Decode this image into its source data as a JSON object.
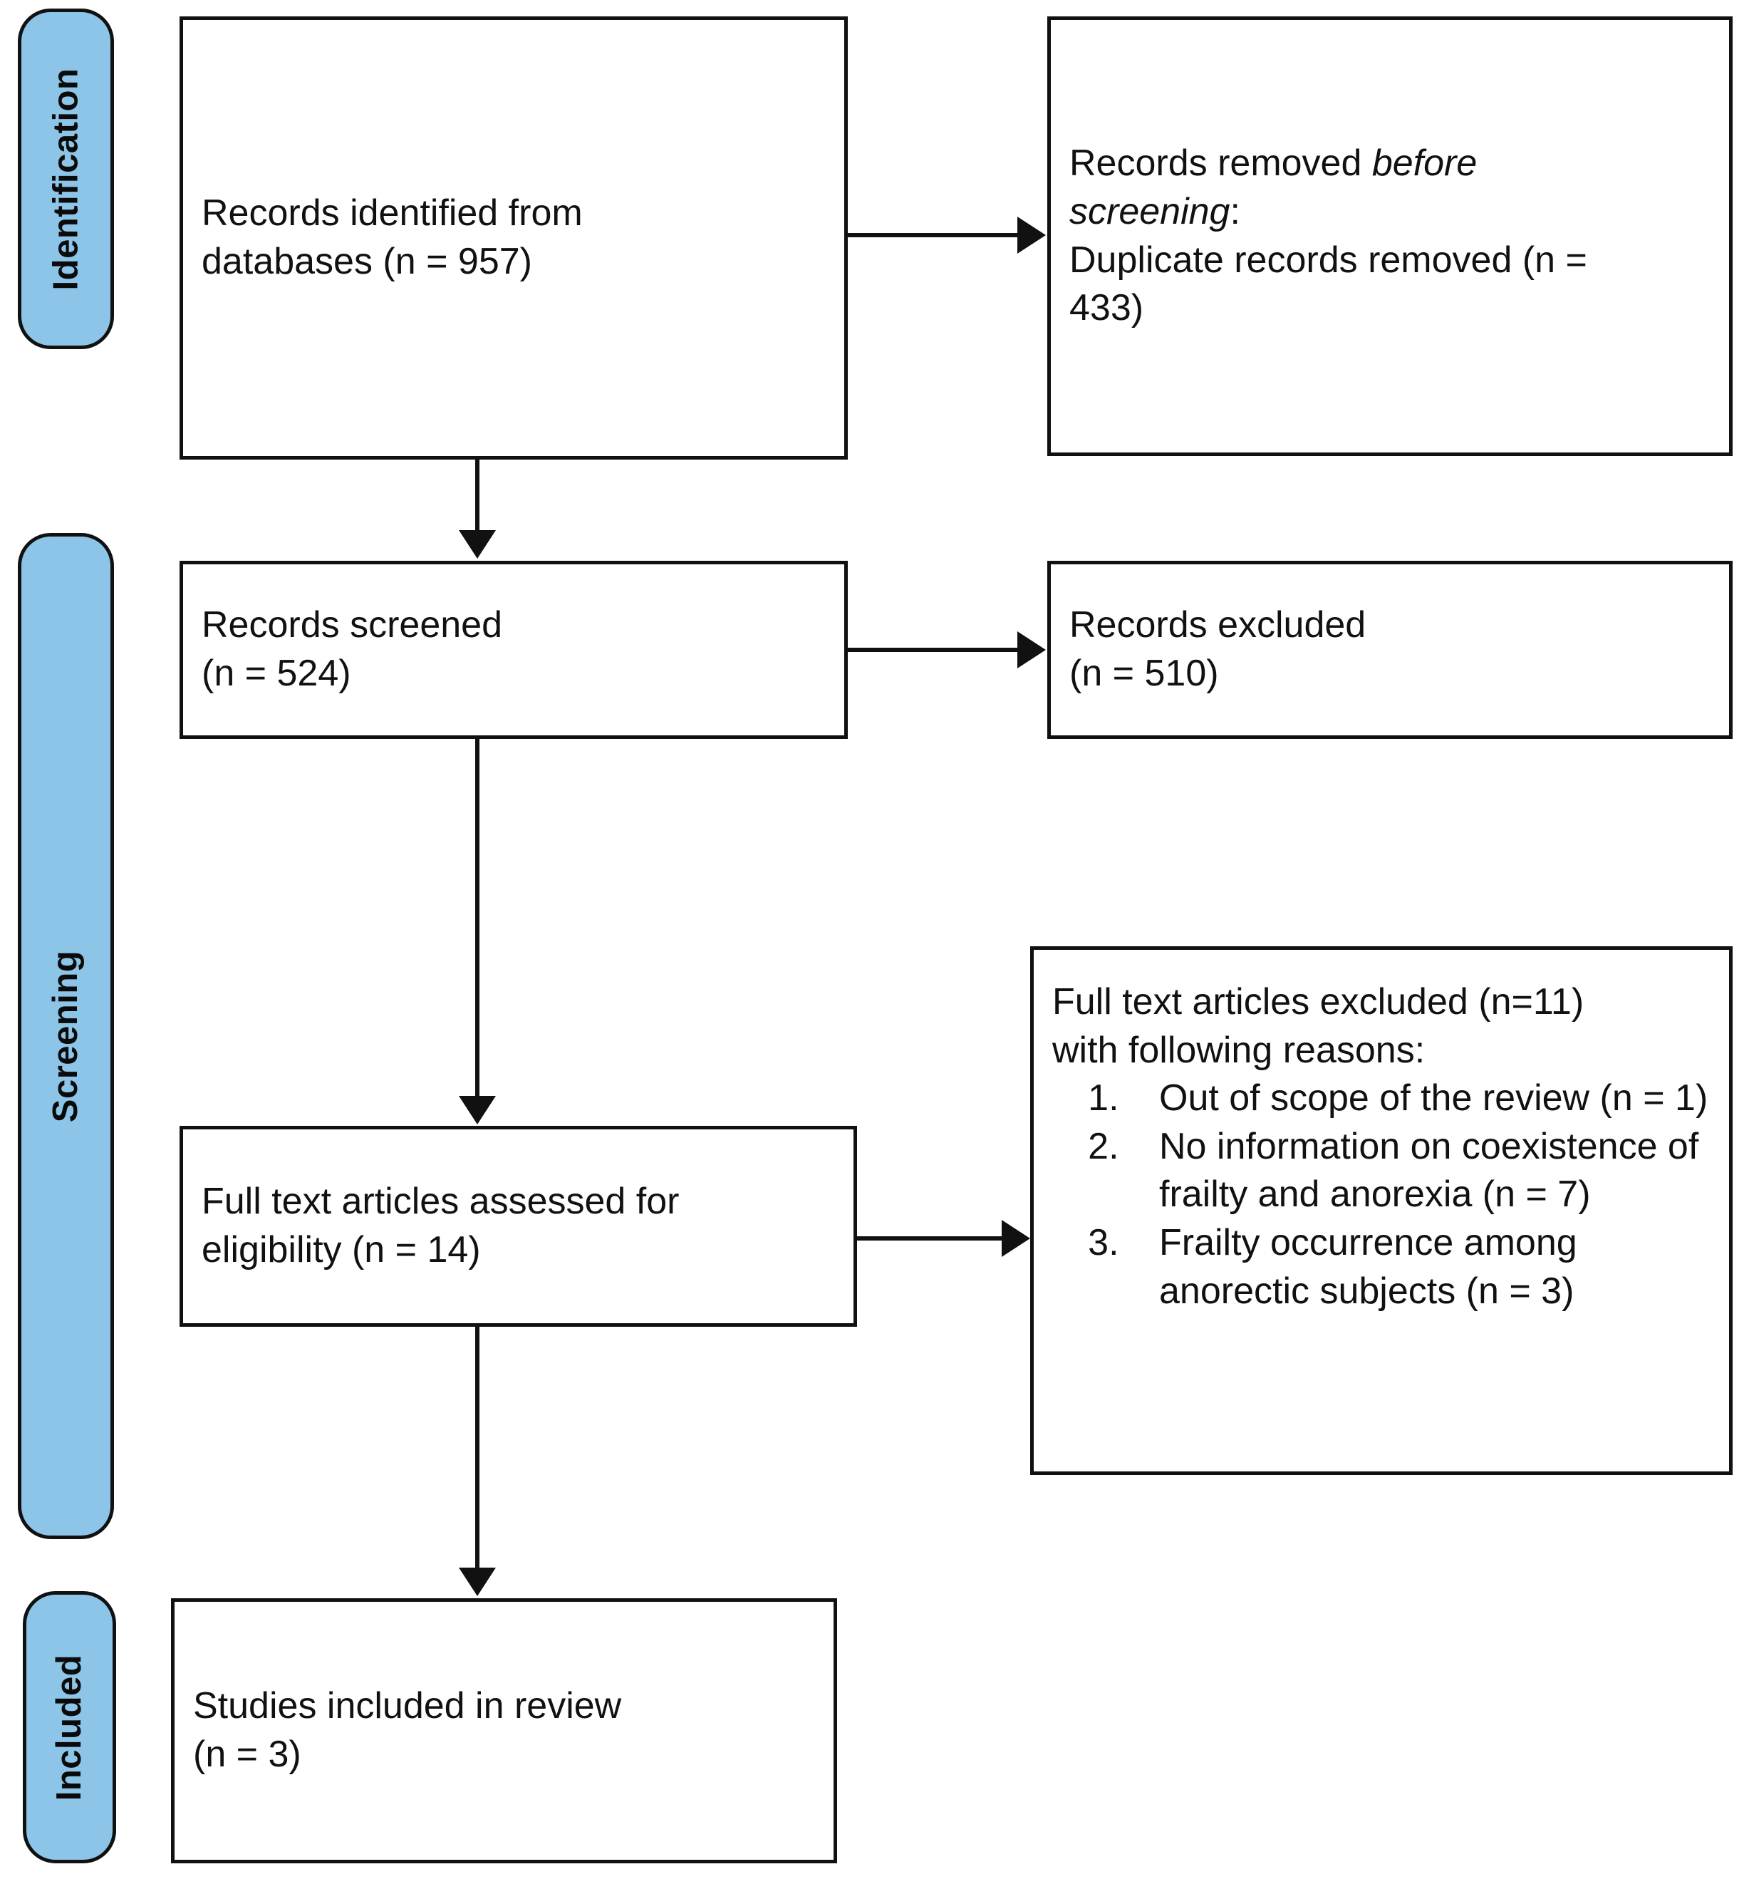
{
  "diagram": {
    "title": "PRISMA flow diagram",
    "accent_color": "#8CC5E8",
    "line_color": "#111111",
    "box_fill": "#ffffff"
  },
  "stages": [
    {
      "id": "identification",
      "label": "Identification"
    },
    {
      "id": "screening",
      "label": "Screening"
    },
    {
      "id": "included",
      "label": "Included"
    }
  ],
  "boxes": {
    "records_identified": {
      "line1": "Records identified from",
      "line2": "databases (n = 957)"
    },
    "records_removed": {
      "line1_prefix": "Records removed ",
      "line1_italic": "before",
      "line2_italic": "screening",
      "line2_suffix": ":",
      "line3": "Duplicate records removed  (n =",
      "line4": "433)"
    },
    "records_screened": {
      "line1": "Records screened",
      "line2": "(n = 524)"
    },
    "records_excluded": {
      "line1": "Records excluded",
      "line2": "(n = 510)"
    },
    "full_text_assessed": {
      "line1": "Full text articles assessed for",
      "line2": "eligibility (n = 14)"
    },
    "full_text_excluded": {
      "heading_line1": "Full text articles excluded (n=11)",
      "heading_line2": "with following reasons:",
      "reasons": [
        "Out of scope of the review (n = 1)",
        "No information on coexistence of frailty and anorexia (n = 7)",
        "Frailty occurrence among anorectic subjects (n = 3)"
      ]
    },
    "studies_included": {
      "line1": "Studies included in review",
      "line2": "(n = 3)"
    }
  },
  "counts": {
    "identified_from_databases": 957,
    "duplicate_records_removed": 433,
    "records_screened": 524,
    "records_excluded": 510,
    "full_text_assessed": 14,
    "full_text_excluded": 11,
    "reason_out_of_scope": 1,
    "reason_no_information": 7,
    "reason_frailty_occurrence": 3,
    "studies_included": 3
  }
}
